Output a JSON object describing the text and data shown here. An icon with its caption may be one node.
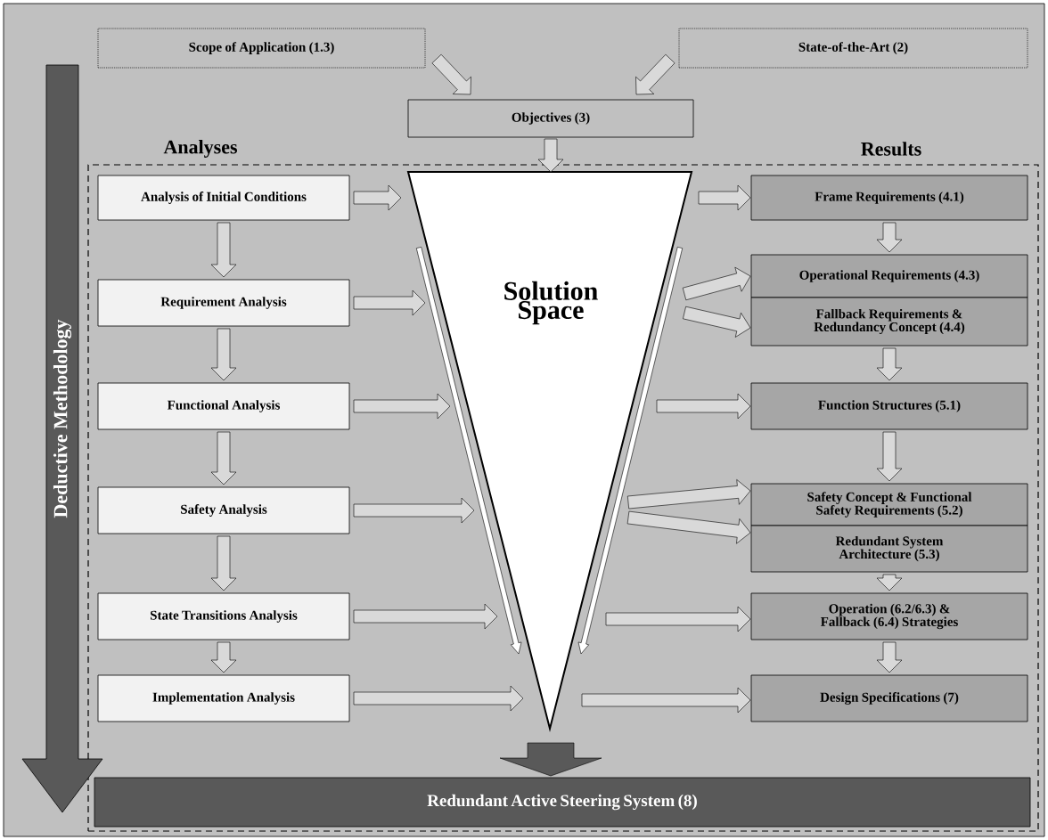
{
  "diagram": {
    "nodes": [
      {
        "text": [
          "Scope of Application (1.3)"
        ]
      },
      {
        "text": [
          "State-of-the-Art (2)"
        ]
      },
      {
        "text": [
          "Objectives (3)"
        ]
      },
      {
        "text": [
          "Analyses",
          "Results"
        ]
      },
      {
        "text": [
          "Analysis of Initial Conditions"
        ],
        "in": 3
      },
      {
        "text": [
          "Requirement Analysis"
        ],
        "in": 3
      },
      {
        "text": [
          "Functional Analysis"
        ],
        "in": 3
      },
      {
        "text": [
          "Safety Analysis"
        ],
        "in": 3
      },
      {
        "text": [
          "State Transitions Analysis"
        ],
        "in": 3
      },
      {
        "text": [
          "Implementation Analysis"
        ],
        "in": 3
      },
      {
        "text": [
          "Solution Space"
        ],
        "in": 3
      },
      {
        "text": [
          "Frame Requirements (4.1)"
        ],
        "in": 3
      },
      {
        "text": [
          "Operational Requirements (4.3)"
        ],
        "in": 3
      },
      {
        "text": [
          "Fallback Requirements & Redundancy Concept (4.4)"
        ],
        "in": 3
      },
      {
        "text": [
          "Function Structures (5.1)"
        ],
        "in": 3
      },
      {
        "text": [
          "Safety Concept & Functional Safety Requirements (5.2)"
        ],
        "in": 3
      },
      {
        "text": [
          "Redundant System Architecture (5.3)"
        ],
        "in": 3
      },
      {
        "text": [
          "Operation (6.2/6.3) & Fallback (6.4) Strategies"
        ],
        "in": 3
      },
      {
        "text": [
          "Design Specifications (7)"
        ],
        "in": 3
      },
      {
        "text": [
          "Redundant Active Steering System (8)"
        ],
        "in": 3
      },
      {
        "text": [
          "Deductive Methodology"
        ]
      }
    ],
    "edges": [
      {
        "from": 0,
        "to": 2,
        "arrow": "to"
      },
      {
        "from": 1,
        "to": 2,
        "arrow": "to"
      },
      {
        "from": 2,
        "to": 10,
        "arrow": "to"
      },
      {
        "from": 4,
        "to": 5,
        "arrow": "to"
      },
      {
        "from": 5,
        "to": 6,
        "arrow": "to"
      },
      {
        "from": 6,
        "to": 7,
        "arrow": "to"
      },
      {
        "from": 7,
        "to": 8,
        "arrow": "to"
      },
      {
        "from": 8,
        "to": 9,
        "arrow": "to"
      },
      {
        "from": 4,
        "to": 10,
        "arrow": "to"
      },
      {
        "from": 5,
        "to": 10,
        "arrow": "to"
      },
      {
        "from": 6,
        "to": 10,
        "arrow": "to"
      },
      {
        "from": 7,
        "to": 10,
        "arrow": "to"
      },
      {
        "from": 8,
        "to": 10,
        "arrow": "to"
      },
      {
        "from": 9,
        "to": 10,
        "arrow": "to"
      },
      {
        "from": 10,
        "to": 11,
        "arrow": "to"
      },
      {
        "from": 10,
        "to": 12,
        "arrow": "to"
      },
      {
        "from": 10,
        "to": 13,
        "arrow": "to"
      },
      {
        "from": 10,
        "to": 14,
        "arrow": "to"
      },
      {
        "from": 10,
        "to": 15,
        "arrow": "to"
      },
      {
        "from": 10,
        "to": 16,
        "arrow": "to"
      },
      {
        "from": 10,
        "to": 17,
        "arrow": "to"
      },
      {
        "from": 10,
        "to": 18,
        "arrow": "to"
      },
      {
        "from": 11,
        "to": 12,
        "arrow": "to"
      },
      {
        "from": 13,
        "to": 14,
        "arrow": "to"
      },
      {
        "from": 14,
        "to": 15,
        "arrow": "to"
      },
      {
        "from": 16,
        "to": 17,
        "arrow": "to"
      },
      {
        "from": 17,
        "to": 18,
        "arrow": "to"
      },
      {
        "from": 10,
        "to": 19,
        "arrow": "to",
        "style": "thick",
        "color": "#595959"
      }
    ]
  }
}
